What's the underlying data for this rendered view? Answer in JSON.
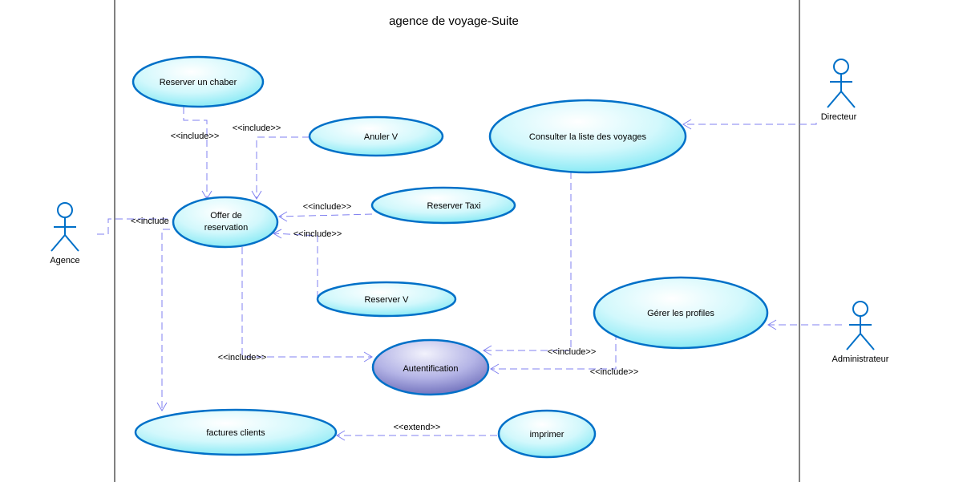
{
  "system": {
    "title": "agence de voyage-Suite"
  },
  "actors": {
    "agence": "Agence",
    "directeur": "Directeur",
    "administrateur": "Administrateur"
  },
  "use_cases": {
    "reserver_chambre": "Reserver un chaber",
    "anuler_v": "Anuler V",
    "consulter_voyages": "Consulter la liste des voyages",
    "offer_line1": "Offer de",
    "offer_line2": "reservation",
    "reserver_taxi": "Reserver Taxi",
    "reserver_v": "Reserver V",
    "gerer_profiles": "Gérer les profiles",
    "autentification": "Autentification",
    "factures_clients": "factures clients",
    "imprimer": "imprimer"
  },
  "relations": {
    "include_chambre": "<<include>>",
    "include_anuler": "<<include>>",
    "include_agence": "<<include",
    "include_taxi": "<<include>>",
    "include_reserver_v": "<<include>>",
    "include_auth_offer": "<<include>>",
    "include_auth_consulter": "<<include>>",
    "include_auth_gerer": "<<include>>",
    "extend_imprimer": "<<extend>>"
  },
  "colors": {
    "use_case_fill_top": "#ffffff",
    "use_case_fill_bottom": "#9ff0f8",
    "use_case_stroke": "#0070c8",
    "auth_fill_top": "#e6e6f8",
    "auth_fill_bottom": "#7a7ac8",
    "connector": "#8080f0",
    "actor": "#0070c8"
  }
}
